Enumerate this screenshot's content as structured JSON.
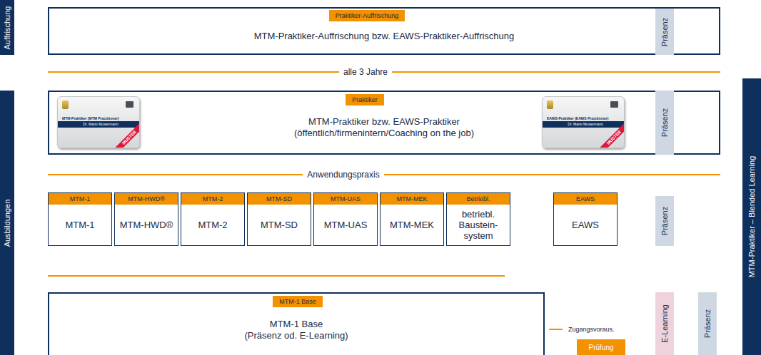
{
  "diagram": {
    "nodes": [
      {
        "text": [
          "Auffrischung"
        ]
      },
      {
        "text": [
          "MTM-Praktiker-Auffrischung bzw. EAWS-Praktiker-Auffrischung"
        ]
      },
      {
        "text": [
          "Praktiker-Auffrischung"
        ],
        "in": 1
      },
      {
        "text": [
          "Präsenz"
        ]
      },
      {
        "text": [
          "Ausbildungen"
        ]
      },
      {
        "text": [
          "MTM-Praktiker bzw. EAWS-Praktiker",
          "(öffentlich/firmenintern/Coaching on the job)"
        ]
      },
      {
        "text": [
          "Praktiker"
        ],
        "in": 5
      },
      {
        "text": [
          "MTM-Praktiker (MTM Practitioner)",
          "Dr. Mario Mustermann",
          "MUSTER"
        ],
        "in": 5
      },
      {
        "text": [
          "EAWS-Praktiker (EAWS Practitioner)",
          "Dr. Mario Mustermann",
          "MUSTER"
        ],
        "in": 5
      },
      {
        "text": [
          "Präsenz"
        ]
      },
      {
        "text": [
          "MTM-Praktiker – Blended Learning"
        ]
      },
      {
        "text": [
          "MTM-1",
          "MTM-1"
        ]
      },
      {
        "text": [
          "MTM-HWD®",
          "MTM-HWD®"
        ]
      },
      {
        "text": [
          "MTM-2",
          "MTM-2"
        ]
      },
      {
        "text": [
          "MTM-SD",
          "MTM-SD"
        ]
      },
      {
        "text": [
          "MTM-UAS",
          "MTM-UAS"
        ]
      },
      {
        "text": [
          "MTM-MEK",
          "MTM-MEK"
        ]
      },
      {
        "text": [
          "Betriebl.",
          "betriebl. Baustein-system"
        ]
      },
      {
        "text": [
          "EAWS",
          "EAWS"
        ]
      },
      {
        "text": [
          "Präsenz"
        ]
      },
      {
        "text": [
          "MTM-1 Base",
          "(Präsenz od. E-Learning)"
        ]
      },
      {
        "text": [
          "MTM-1 Base"
        ],
        "in": 20
      },
      {
        "text": [
          "Prüfung"
        ]
      },
      {
        "text": [
          "E-Learning"
        ]
      },
      {
        "text": [
          "Präsenz"
        ]
      }
    ],
    "labels": [
      "alle 3 Jahre",
      "Anwendungspraxis",
      "Zugangsvoraus."
    ]
  }
}
